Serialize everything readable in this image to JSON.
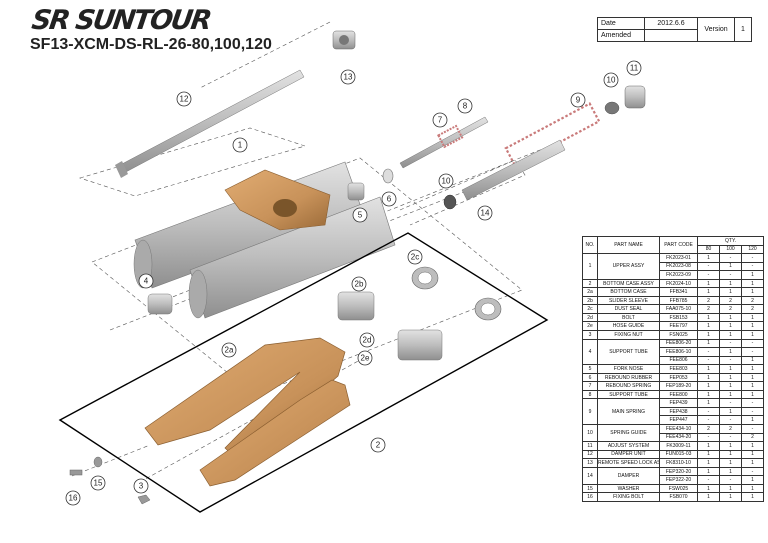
{
  "header": {
    "logo_text": "SR SUNTOUR",
    "model_title": "SF13-XCM-DS-RL-26-80,100,120"
  },
  "revision": {
    "date_label": "Date",
    "date_value": "2012.6.6",
    "amended_label": "Amended",
    "version_label": "Version",
    "version_value": "1"
  },
  "callouts": [
    "1",
    "2",
    "2a",
    "2b",
    "2c",
    "2d",
    "2e",
    "3",
    "4",
    "5",
    "6",
    "7",
    "8",
    "9",
    "10",
    "10",
    "11",
    "12",
    "13",
    "14",
    "15",
    "16"
  ],
  "parts_table": {
    "headers": {
      "no": "NO.",
      "name": "PART NAME",
      "code": "PART CODE",
      "qty": "QTY.",
      "sizes": [
        "80",
        "100",
        "120"
      ]
    },
    "rows": [
      {
        "no": "1",
        "name": "UPPER ASSY",
        "subs": [
          {
            "code": "FK2023-01",
            "q": [
              "1",
              "-",
              "-"
            ]
          },
          {
            "code": "FK2023-08",
            "q": [
              "-",
              "1",
              "-"
            ]
          },
          {
            "code": "FK2023-09",
            "q": [
              "-",
              "-",
              "1"
            ]
          }
        ]
      },
      {
        "no": "2",
        "name": "BOTTOM CASE ASSY",
        "subs": [
          {
            "code": "FK2024-10",
            "q": [
              "1",
              "1",
              "1"
            ]
          }
        ]
      },
      {
        "no": "2a",
        "name": "BOTTOM CASE",
        "subs": [
          {
            "code": "FFB341",
            "q": [
              "1",
              "1",
              "1"
            ]
          }
        ]
      },
      {
        "no": "2b",
        "name": "SLIDER SLEEVE",
        "subs": [
          {
            "code": "FFB785",
            "q": [
              "2",
              "2",
              "2"
            ]
          }
        ]
      },
      {
        "no": "2c",
        "name": "DUST SEAL",
        "subs": [
          {
            "code": "FAA075-10",
            "q": [
              "2",
              "2",
              "2"
            ]
          }
        ]
      },
      {
        "no": "2d",
        "name": "BOLT",
        "subs": [
          {
            "code": "FSB153",
            "q": [
              "1",
              "1",
              "1"
            ]
          }
        ]
      },
      {
        "no": "2e",
        "name": "HOSE GUIDE",
        "subs": [
          {
            "code": "FEE797",
            "q": [
              "1",
              "1",
              "1"
            ]
          }
        ]
      },
      {
        "no": "3",
        "name": "FIXING NUT",
        "subs": [
          {
            "code": "FSN025",
            "q": [
              "1",
              "1",
              "1"
            ]
          }
        ]
      },
      {
        "no": "4",
        "name": "SUPPORT TUBE",
        "subs": [
          {
            "code": "FEE806-20",
            "q": [
              "1",
              "-",
              "-"
            ]
          },
          {
            "code": "FEE806-10",
            "q": [
              "-",
              "1",
              "-"
            ]
          },
          {
            "code": "FEE806",
            "q": [
              "-",
              "-",
              "1"
            ]
          }
        ]
      },
      {
        "no": "5",
        "name": "FORK NOSE",
        "subs": [
          {
            "code": "FEE803",
            "q": [
              "1",
              "1",
              "1"
            ]
          }
        ]
      },
      {
        "no": "6",
        "name": "REBOUND RUBBER",
        "subs": [
          {
            "code": "FEP053",
            "q": [
              "1",
              "1",
              "1"
            ]
          }
        ]
      },
      {
        "no": "7",
        "name": "REBOUND SPRING",
        "subs": [
          {
            "code": "FEP189-20",
            "q": [
              "1",
              "1",
              "1"
            ]
          }
        ]
      },
      {
        "no": "8",
        "name": "SUPPORT TUBE",
        "subs": [
          {
            "code": "FEE800",
            "q": [
              "1",
              "1",
              "1"
            ]
          }
        ]
      },
      {
        "no": "9",
        "name": "MAIN SPRING",
        "subs": [
          {
            "code": "FEP439",
            "q": [
              "1",
              "-",
              "-"
            ]
          },
          {
            "code": "FEP438",
            "q": [
              "-",
              "1",
              "-"
            ]
          },
          {
            "code": "FEP447",
            "q": [
              "-",
              "-",
              "1"
            ]
          }
        ]
      },
      {
        "no": "10",
        "name": "SPRING GUIDE",
        "subs": [
          {
            "code": "FEE434-10",
            "q": [
              "2",
              "2",
              "-"
            ]
          },
          {
            "code": "FEE434-20",
            "q": [
              "-",
              "-",
              "2"
            ]
          }
        ]
      },
      {
        "no": "11",
        "name": "ADJUST SYSTEM",
        "subs": [
          {
            "code": "FK3009-11",
            "q": [
              "1",
              "1",
              "1"
            ]
          }
        ]
      },
      {
        "no": "12",
        "name": "DAMPER UNIT",
        "subs": [
          {
            "code": "FUN015-03",
            "q": [
              "1",
              "1",
              "1"
            ]
          }
        ]
      },
      {
        "no": "13",
        "name": "REMOTE SPEED LOCK ASSY",
        "subs": [
          {
            "code": "FK8310-10",
            "q": [
              "1",
              "1",
              "1"
            ]
          }
        ]
      },
      {
        "no": "14",
        "name": "DAMPER",
        "subs": [
          {
            "code": "FEP320-20",
            "q": [
              "1",
              "1",
              "-"
            ]
          },
          {
            "code": "FEP322-20",
            "q": [
              "-",
              "-",
              "1"
            ]
          }
        ]
      },
      {
        "no": "15",
        "name": "WASHER",
        "subs": [
          {
            "code": "FSW025",
            "q": [
              "1",
              "1",
              "1"
            ]
          }
        ]
      },
      {
        "no": "16",
        "name": "FIXING BOLT",
        "subs": [
          {
            "code": "FSB070",
            "q": [
              "1",
              "1",
              "1"
            ]
          }
        ]
      }
    ]
  },
  "colors": {
    "bronze": "#c8925a",
    "bronze_dark": "#9a6a38",
    "steel": "#c4c4c4",
    "steel_dark": "#8c8c8c",
    "spring": "#c97a7a"
  }
}
